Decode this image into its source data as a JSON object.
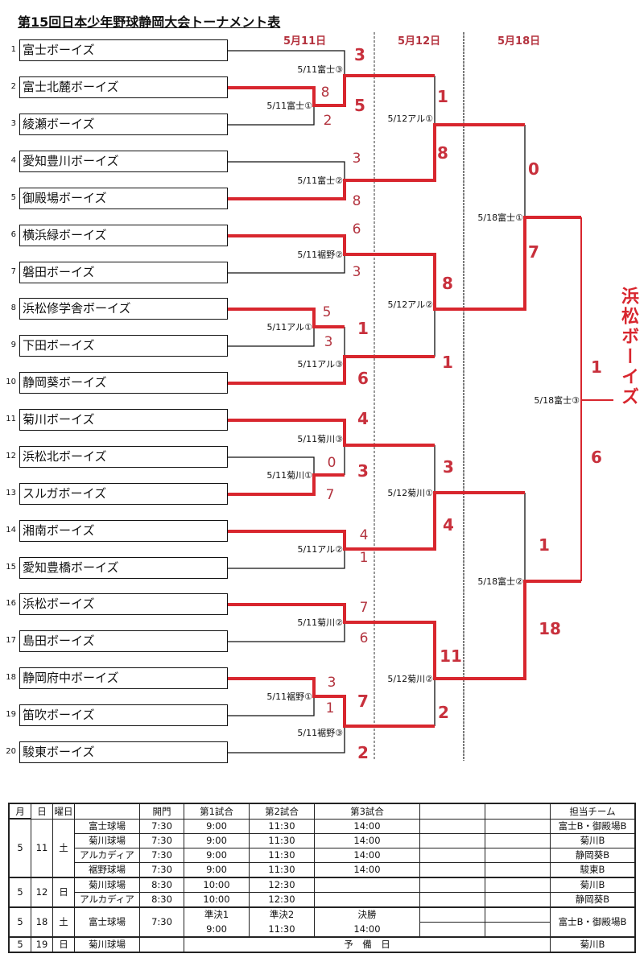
{
  "title": "第15回日本少年野球静岡大会トーナメント表",
  "days": [
    "5月11日",
    "5月12日",
    "5月18日"
  ],
  "teams": [
    "富士ボーイズ",
    "富士北麓ボーイズ",
    "綾瀬ボーイズ",
    "愛知豊川ボーイズ",
    "御殿場ボーイズ",
    "横浜緑ボーイズ",
    "磐田ボーイズ",
    "浜松修学舎ボーイズ",
    "下田ボーイズ",
    "静岡葵ボーイズ",
    "菊川ボーイズ",
    "浜松北ボーイズ",
    "スルガボーイズ",
    "湘南ボーイズ",
    "愛知豊橋ボーイズ",
    "浜松ボーイズ",
    "島田ボーイズ",
    "静岡府中ボーイズ",
    "笛吹ボーイズ",
    "駿東ボーイズ"
  ],
  "numbers": [
    "1",
    "2",
    "3",
    "4",
    "5",
    "6",
    "7",
    "8",
    "9",
    "10",
    "11",
    "12",
    "13",
    "14",
    "15",
    "16",
    "17",
    "18",
    "19",
    "20"
  ],
  "games": {
    "g1": {
      "label": "5/11富士①",
      "scores": [
        "8",
        "2"
      ]
    },
    "g2": {
      "label": "5/11富士③",
      "scores": [
        "3",
        "5"
      ]
    },
    "g3": {
      "label": "5/11富士②",
      "scores": [
        "3",
        "8"
      ]
    },
    "g4": {
      "label": "5/11裾野②",
      "scores": [
        "6",
        "3"
      ]
    },
    "g5": {
      "label": "5/11アル①",
      "scores": [
        "5",
        "3"
      ]
    },
    "g6": {
      "label": "5/11アル③",
      "scores": [
        "1",
        "6"
      ]
    },
    "g7": {
      "label": "5/11菊川③",
      "scores": [
        "4",
        "3"
      ]
    },
    "g8": {
      "label": "5/11菊川①",
      "scores": [
        "0",
        "7"
      ]
    },
    "g9": {
      "label": "5/11アル②",
      "scores": [
        "4",
        "1"
      ]
    },
    "g10": {
      "label": "5/11菊川②",
      "scores": [
        "7",
        "6"
      ]
    },
    "g11": {
      "label": "5/11裾野①",
      "scores": [
        "3",
        "1"
      ]
    },
    "g12": {
      "label": "5/11裾野③",
      "scores": [
        "7",
        "2"
      ]
    },
    "q1": {
      "label": "5/12アル①",
      "scores": [
        "1",
        "8"
      ]
    },
    "q2": {
      "label": "5/12アル②",
      "scores": [
        "8",
        "1"
      ]
    },
    "q3": {
      "label": "5/12菊川①",
      "scores": [
        "3",
        "4"
      ]
    },
    "q4": {
      "label": "5/12菊川②",
      "scores": [
        "11",
        "2"
      ]
    },
    "s1": {
      "label": "5/18富士①",
      "scores": [
        "0",
        "7"
      ]
    },
    "s2": {
      "label": "5/18富士②",
      "scores": [
        "1",
        "18"
      ]
    },
    "f": {
      "label": "5/18富士③",
      "scores": [
        "1",
        "6"
      ]
    }
  },
  "champion": "浜松ボーイズ",
  "schedule": {
    "headers": [
      "月",
      "日",
      "曜日",
      "",
      "開門",
      "第1試合",
      "第2試合",
      "第3試合",
      "",
      "",
      "担当チーム"
    ],
    "d11": {
      "m": "5",
      "d": "11",
      "w": "土",
      "rows": [
        {
          "venue": "富士球場",
          "open": "7:30",
          "g1": "9:00",
          "g2": "11:30",
          "g3": "14:00",
          "team": "富士B・御殿場B"
        },
        {
          "venue": "菊川球場",
          "open": "7:30",
          "g1": "9:00",
          "g2": "11:30",
          "g3": "14:00",
          "team": "菊川B"
        },
        {
          "venue": "アルカディア",
          "open": "7:30",
          "g1": "9:00",
          "g2": "11:30",
          "g3": "14:00",
          "team": "静岡葵B"
        },
        {
          "venue": "裾野球場",
          "open": "7:30",
          "g1": "9:00",
          "g2": "11:30",
          "g3": "14:00",
          "team": "駿東B"
        }
      ]
    },
    "d12": {
      "m": "5",
      "d": "12",
      "w": "日",
      "rows": [
        {
          "venue": "菊川球場",
          "open": "8:30",
          "g1": "10:00",
          "g2": "12:30",
          "team": "菊川B"
        },
        {
          "venue": "アルカディア",
          "open": "8:30",
          "g1": "10:00",
          "g2": "12:30",
          "team": "静岡葵B"
        }
      ]
    },
    "d18": {
      "m": "5",
      "d": "18",
      "w": "土",
      "venue": "富士球場",
      "open": "7:30",
      "g1n": "準決1",
      "g1": "9:00",
      "g2n": "準決2",
      "g2": "11:30",
      "g3n": "決勝",
      "g3": "14:00",
      "team": "富士B・御殿場B"
    },
    "d19": {
      "m": "5",
      "d": "19",
      "w": "日",
      "venue": "菊川球場",
      "note": "予　備　日",
      "team": "菊川B"
    }
  }
}
